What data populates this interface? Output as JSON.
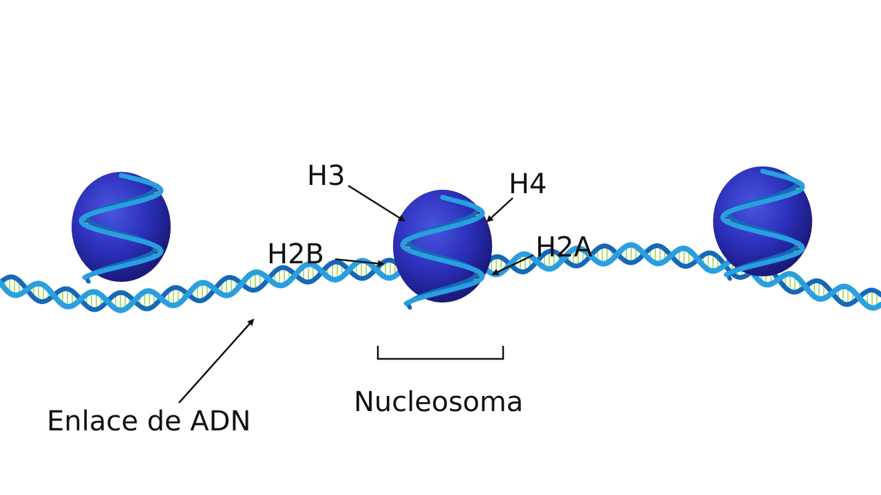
{
  "labels": {
    "h3": "H3",
    "h4": "H4",
    "h2b": "H2B",
    "h2a": "H2A",
    "nucleosome": "Nucleosoma",
    "linker_dna": "Enlace de ADN"
  },
  "colors": {
    "dna_strand": "#2a9fe0",
    "dna_strand_dark": "#1668b8",
    "base_pairs": "#9ad84a",
    "histone_core": "#2b2fb8",
    "histone_shadow": "#1a1a80",
    "text": "#111111"
  }
}
